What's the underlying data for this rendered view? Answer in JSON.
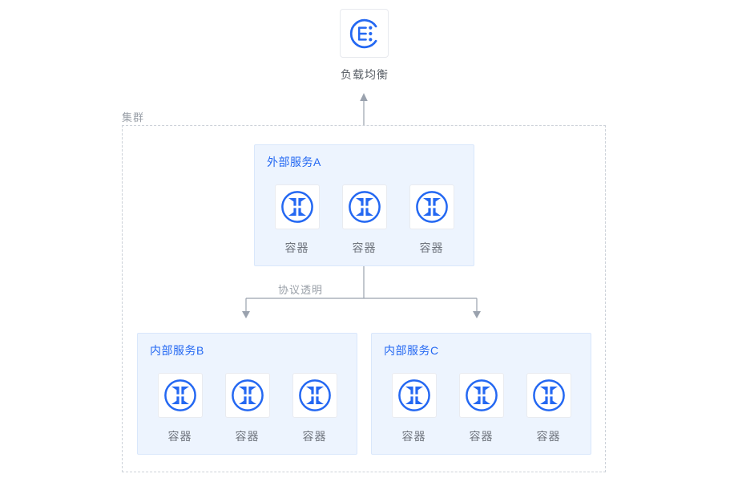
{
  "colors": {
    "accent-blue": "#2468F2",
    "service-bg": "#EDF4FE",
    "service-border": "#D9E7FB",
    "card-border": "#E9EBF0",
    "lb-border": "#E7E9EE",
    "dash-border": "#CDD2D9",
    "muted-text": "#9AA0A8",
    "label-text": "#6E737C",
    "lb-label-text": "#5B6168",
    "arrow-gray": "#9AA2AE"
  },
  "load_balancer": {
    "label": "负载均衡"
  },
  "cluster": {
    "label": "集群"
  },
  "connector": {
    "label": "协议透明"
  },
  "services": [
    {
      "title": "外部服务A",
      "containers": [
        "容器",
        "容器",
        "容器"
      ]
    },
    {
      "title": "内部服务B",
      "containers": [
        "容器",
        "容器",
        "容器"
      ]
    },
    {
      "title": "内部服务C",
      "containers": [
        "容器",
        "容器",
        "容器"
      ]
    }
  ]
}
